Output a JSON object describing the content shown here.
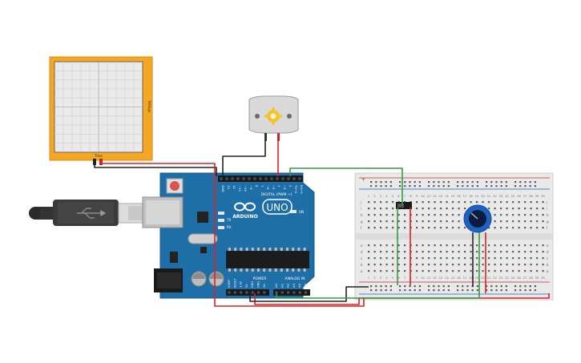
{
  "oscilloscope": {
    "x_label": "Time",
    "y_label": "Voltage"
  },
  "arduino": {
    "digital_header": "DIGITAL (PWM ~)",
    "pin_labels": [
      "GND",
      "13",
      "12",
      "~11",
      "~10",
      "~9",
      "8",
      "7",
      "~6",
      "~5",
      "4",
      "~3",
      "2",
      "TX→1",
      "RX←0"
    ],
    "brand": "ARDUINO",
    "model": "UNO",
    "on_label": "ON",
    "tx_label": "TX",
    "rx_label": "RX",
    "power_label": "POWER",
    "analog_label": "ANALOG IN",
    "power_pins": [
      "IOREF",
      "RESET",
      "3.3V",
      "5V",
      "GND",
      "GND",
      "Vin"
    ],
    "analog_pins": [
      "A0",
      "A1",
      "A2",
      "A3",
      "A4",
      "A5"
    ]
  },
  "breadboard": {
    "columns": [
      "1",
      "2",
      "3",
      "4",
      "5",
      "6",
      "7",
      "8",
      "9",
      "10",
      "11",
      "12",
      "13",
      "14",
      "15",
      "16",
      "17",
      "18",
      "19",
      "20",
      "21",
      "22",
      "23",
      "24",
      "25",
      "26",
      "27",
      "28",
      "29",
      "30"
    ],
    "rows_top": [
      "j",
      "i",
      "h",
      "g",
      "f"
    ],
    "rows_bottom": [
      "e",
      "d",
      "c",
      "b",
      "a"
    ],
    "rail_plus": "+",
    "rail_minus": "-"
  },
  "colors": {
    "arduino_blue": "#1e6fa8",
    "scope_orange": "#f5a623",
    "wire_red": "#e02020",
    "wire_green": "#2ea043",
    "wire_black": "#222222"
  }
}
